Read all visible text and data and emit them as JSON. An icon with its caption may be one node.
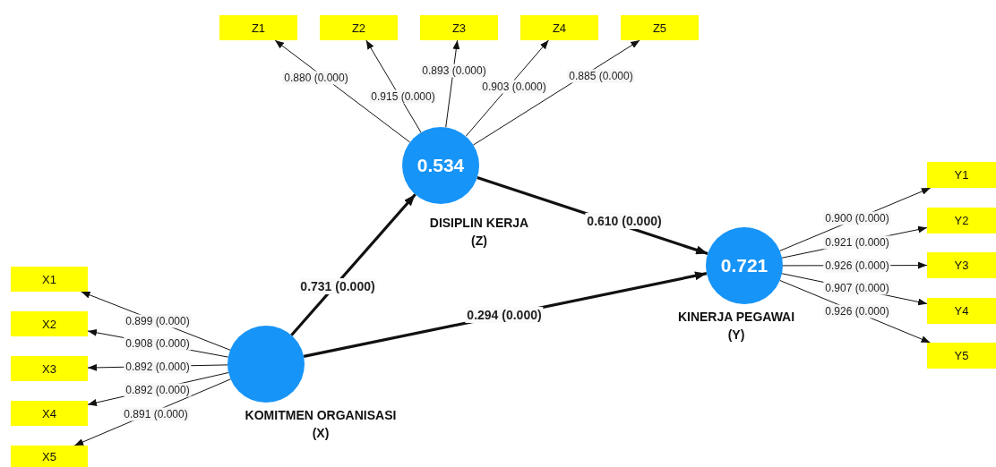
{
  "diagram": {
    "nodes": [
      {
        "text": [
          "KOMITMEN ORGANISASI (X)"
        ]
      },
      {
        "text": [
          "0.534",
          "DISIPLIN KERJA (Z)"
        ]
      },
      {
        "text": [
          "0.721",
          "KINERJA PEGAWAI (Y)"
        ]
      },
      {
        "text": [
          "X1"
        ]
      },
      {
        "text": [
          "X2"
        ]
      },
      {
        "text": [
          "X3"
        ]
      },
      {
        "text": [
          "X4"
        ]
      },
      {
        "text": [
          "X5"
        ]
      },
      {
        "text": [
          "Z1"
        ]
      },
      {
        "text": [
          "Z2"
        ]
      },
      {
        "text": [
          "Z3"
        ]
      },
      {
        "text": [
          "Z4"
        ]
      },
      {
        "text": [
          "Z5"
        ]
      },
      {
        "text": [
          "Y1"
        ]
      },
      {
        "text": [
          "Y2"
        ]
      },
      {
        "text": [
          "Y3"
        ]
      },
      {
        "text": [
          "Y4"
        ]
      },
      {
        "text": [
          "Y5"
        ]
      }
    ],
    "edges": [
      {
        "from": 0,
        "to": 1,
        "arrow": "to",
        "label": "0.731 (0.000)",
        "style": "thick"
      },
      {
        "from": 0,
        "to": 2,
        "arrow": "to",
        "label": "0.294 (0.000)",
        "style": "thick"
      },
      {
        "from": 1,
        "to": 2,
        "arrow": "to",
        "label": "0.610 (0.000)",
        "style": "thick"
      },
      {
        "from": 0,
        "to": 3,
        "arrow": "to",
        "label": "0.899 (0.000)"
      },
      {
        "from": 0,
        "to": 4,
        "arrow": "to",
        "label": "0.908 (0.000)"
      },
      {
        "from": 0,
        "to": 5,
        "arrow": "to",
        "label": "0.892 (0.000)"
      },
      {
        "from": 0,
        "to": 6,
        "arrow": "to",
        "label": "0.892 (0.000)"
      },
      {
        "from": 0,
        "to": 7,
        "arrow": "to",
        "label": "0.891 (0.000)"
      },
      {
        "from": 1,
        "to": 8,
        "arrow": "to",
        "label": "0.880 (0.000)"
      },
      {
        "from": 1,
        "to": 9,
        "arrow": "to",
        "label": "0.915 (0.000)"
      },
      {
        "from": 1,
        "to": 10,
        "arrow": "to",
        "label": "0.893 (0.000)"
      },
      {
        "from": 1,
        "to": 11,
        "arrow": "to",
        "label": "0.903 (0.000)"
      },
      {
        "from": 1,
        "to": 12,
        "arrow": "to",
        "label": "0.885 (0.000)"
      },
      {
        "from": 2,
        "to": 13,
        "arrow": "to",
        "label": "0.900 (0.000)"
      },
      {
        "from": 2,
        "to": 14,
        "arrow": "to",
        "label": "0.921 (0.000)"
      },
      {
        "from": 2,
        "to": 15,
        "arrow": "to",
        "label": "0.926 (0.000)"
      },
      {
        "from": 2,
        "to": 16,
        "arrow": "to",
        "label": "0.907 (0.000)"
      },
      {
        "from": 2,
        "to": 17,
        "arrow": "to",
        "label": "0.926 (0.000)"
      }
    ]
  }
}
